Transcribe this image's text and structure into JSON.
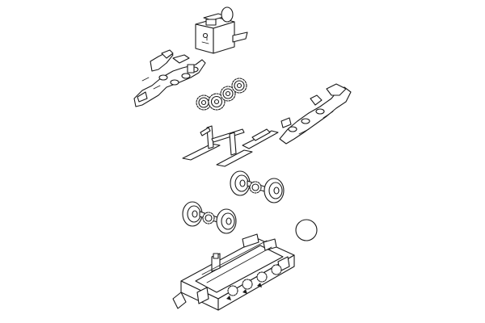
{
  "diagram": {
    "kind": "exploded-view line drawing",
    "colors": {
      "line": "#1a1a1a",
      "fill": "#ffffff",
      "background": "#ffffff"
    },
    "parts": [
      "motor-mount-block",
      "left-frame-side",
      "gear-train",
      "right-frame-side",
      "contact-wipers",
      "rear-wheelset",
      "front-wheelset",
      "ball",
      "chassis-frame"
    ]
  }
}
